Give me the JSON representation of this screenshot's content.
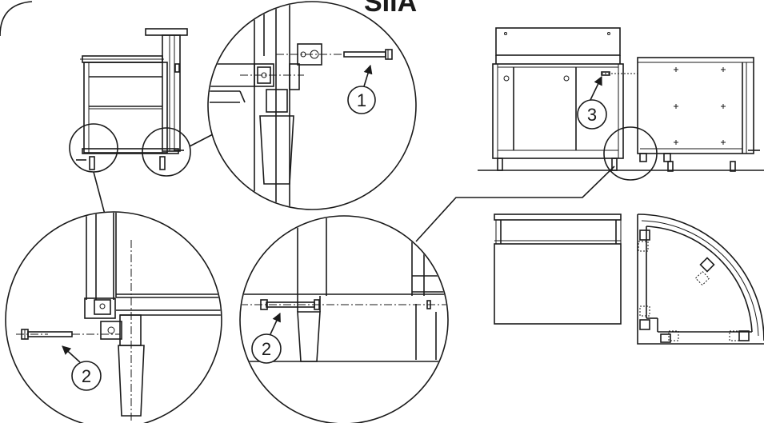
{
  "page": {
    "title": "SIIA"
  },
  "callouts": {
    "c1": "1",
    "c2a": "2",
    "c2b": "2",
    "c3": "3"
  }
}
